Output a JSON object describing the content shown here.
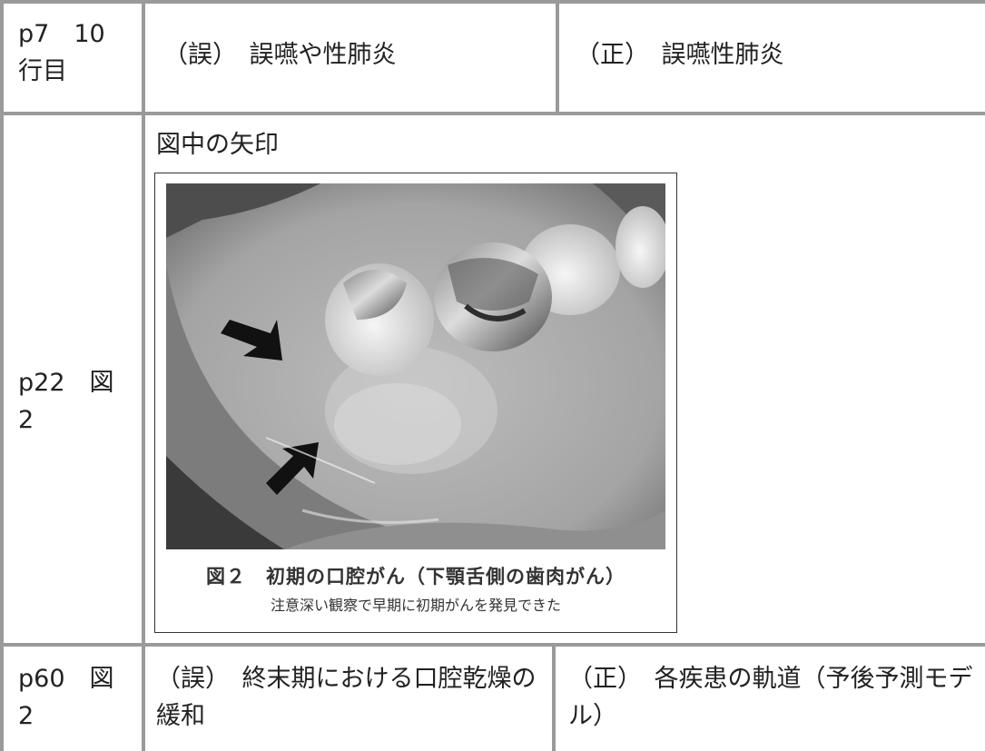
{
  "rows": [
    {
      "page": "p7　10行目",
      "wrong": "（誤）　誤嚥や性肺炎",
      "correct": "（正）　誤嚥性肺炎"
    },
    {
      "page": "p22　図 2",
      "note": "図中の矢印",
      "figure": {
        "caption_title": "図２　初期の口腔がん（下顎舌側の歯肉がん）",
        "caption_sub": "注意深い観察で早期に初期がんを発見できた"
      }
    },
    {
      "page": "p60　図 2",
      "wrong": "（誤）　終末期における口腔乾燥の緩和",
      "correct": "（正）　各疾患の軌道（予後予測モデル）"
    }
  ]
}
